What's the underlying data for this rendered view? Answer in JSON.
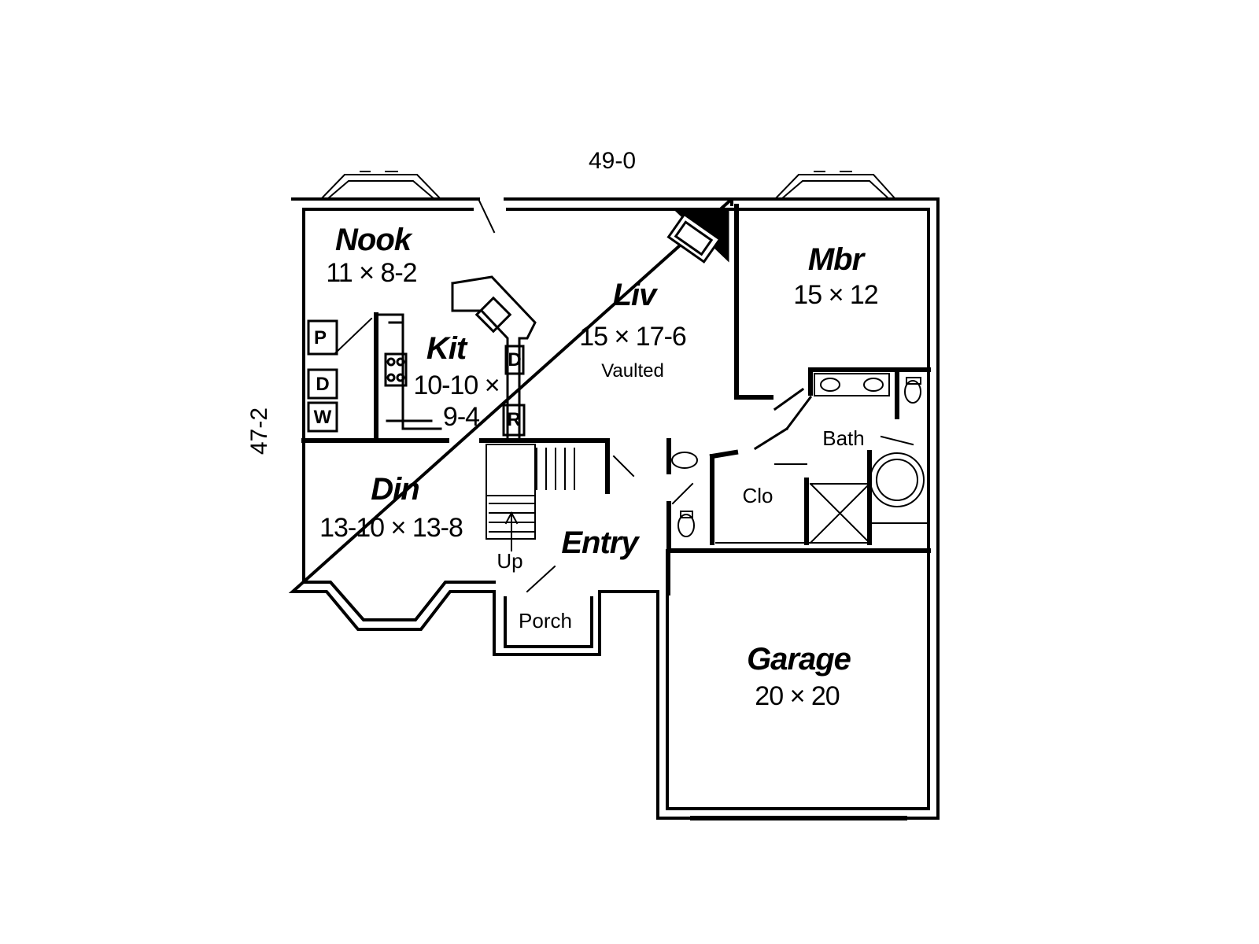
{
  "dimensions": {
    "width": "49-0",
    "depth": "47-2"
  },
  "rooms": {
    "nook": {
      "name": "Nook",
      "size": "11 × 8-2"
    },
    "kit": {
      "name": "Kit",
      "size_line1": "10-10 ×",
      "size_line2": "9-4"
    },
    "liv": {
      "name": "Liv",
      "size": "15 × 17-6",
      "note": "Vaulted"
    },
    "mbr": {
      "name": "Mbr",
      "size": "15 × 12"
    },
    "din": {
      "name": "Din",
      "size": "13-10 × 13-8"
    },
    "entry": {
      "name": "Entry"
    },
    "bath": {
      "name": "Bath"
    },
    "clo": {
      "name": "Clo"
    },
    "porch": {
      "name": "Porch"
    },
    "garage": {
      "name": "Garage",
      "size": "20 × 20"
    }
  },
  "stairs": {
    "label": "Up"
  },
  "appliances": {
    "pantry": "P",
    "dryer": "D",
    "washer": "W",
    "dishwasher": "D",
    "refrigerator": "R"
  }
}
